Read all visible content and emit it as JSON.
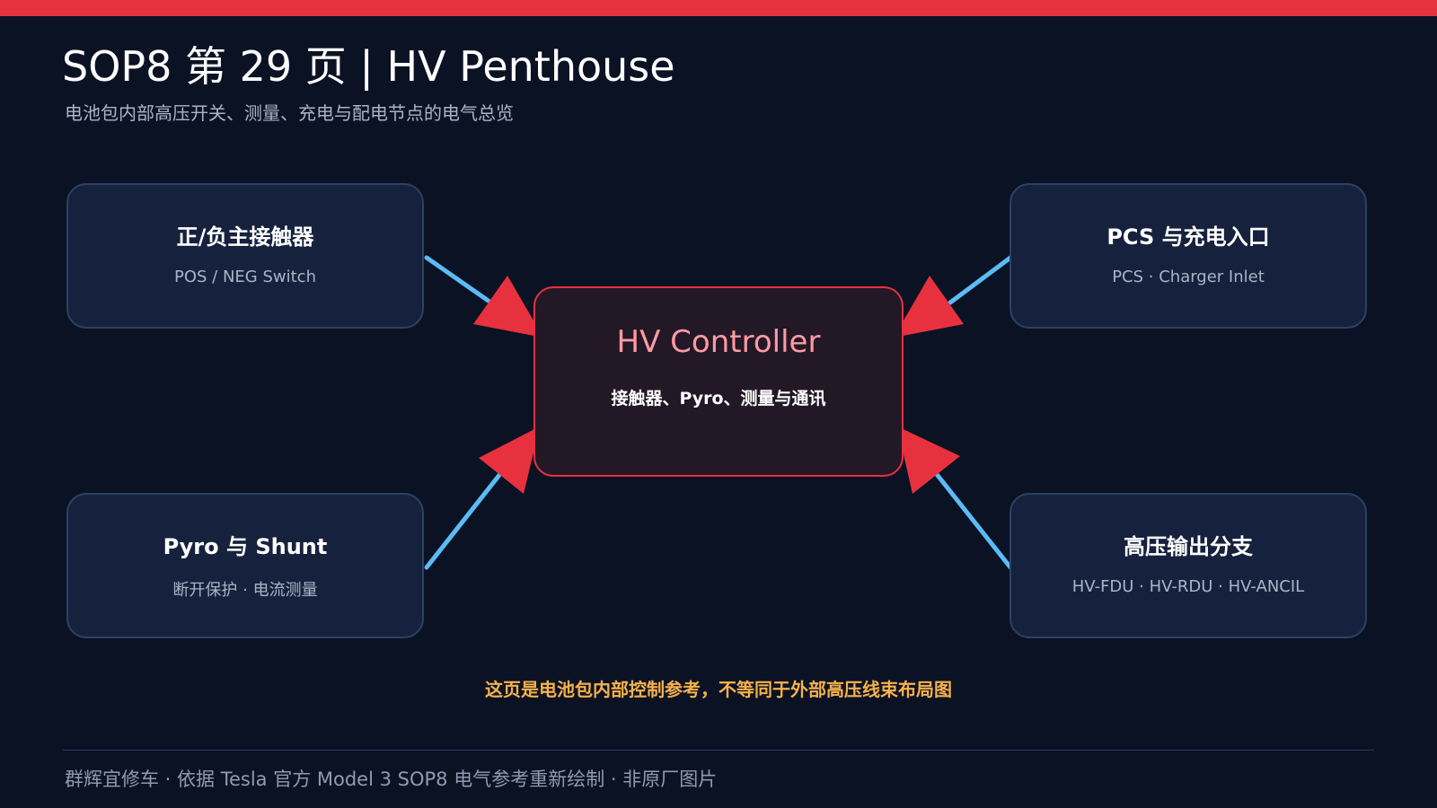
{
  "header": {
    "title": "SOP8 第 29 页 | HV Penthouse",
    "subtitle": "电池包内部高压开关、测量、充电与配电节点的电气总览"
  },
  "nodes": {
    "top_left": {
      "title": "正/负主接触器",
      "subtitle": "POS / NEG Switch"
    },
    "top_right": {
      "title": "PCS 与充电入口",
      "subtitle": "PCS · Charger Inlet"
    },
    "bottom_left": {
      "title": "Pyro 与 Shunt",
      "subtitle": "断开保护 · 电流测量"
    },
    "bottom_right": {
      "title": "高压输出分支",
      "subtitle": "HV-FDU · HV-RDU · HV-ANCIL"
    }
  },
  "center": {
    "title": "HV Controller",
    "subtitle": "接触器、Pyro、测量与通讯"
  },
  "note": "这页是电池包内部控制参考，不等同于外部高压线束布局图",
  "footer": "群辉宜修车 · 依据 Tesla 官方 Model 3 SOP8 电气参考重新绘制 · 非原厂图片",
  "colors": {
    "background": "#0b1224",
    "accent_red": "#e8313f",
    "connector_blue": "#5bbcf5",
    "node_fill": "#16223d",
    "center_title": "#ff9aa4",
    "note": "#f6b24b"
  }
}
